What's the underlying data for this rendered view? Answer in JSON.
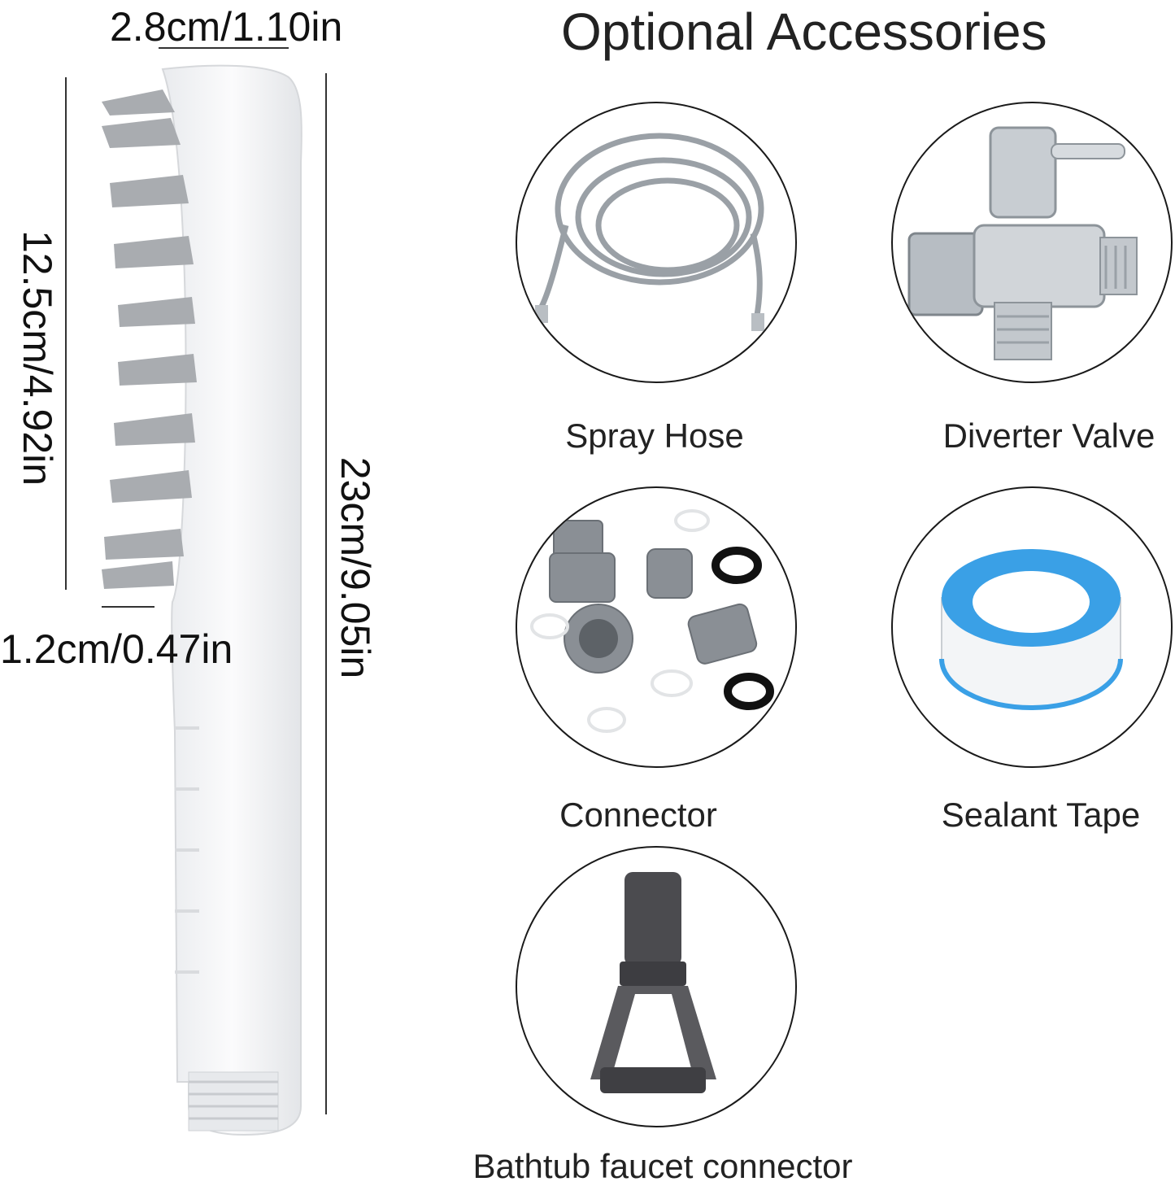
{
  "title": "Optional Accessories",
  "dimensions": {
    "head_width": "2.8cm/1.10in",
    "bristle_length": "1.2cm/0.47in",
    "brush_height": "12.5cm/4.92in",
    "total_length": "23cm/9.05in"
  },
  "accessories": [
    {
      "label": "Spray Hose",
      "icon": "spray-hose-icon"
    },
    {
      "label": "Diverter Valve",
      "icon": "diverter-valve-icon"
    },
    {
      "label": "Connector",
      "icon": "connector-icon"
    },
    {
      "label": "Sealant Tape",
      "icon": "sealant-tape-icon"
    },
    {
      "label": "Bathtub faucet connector",
      "icon": "bathtub-faucet-connector-icon"
    }
  ],
  "colors": {
    "product_body": "#f4f5f7",
    "bristles": "#a9acb0",
    "tape_blue": "#3aa0e6",
    "connector_gray": "#8a8f95",
    "chrome": "#c8cdd2"
  }
}
